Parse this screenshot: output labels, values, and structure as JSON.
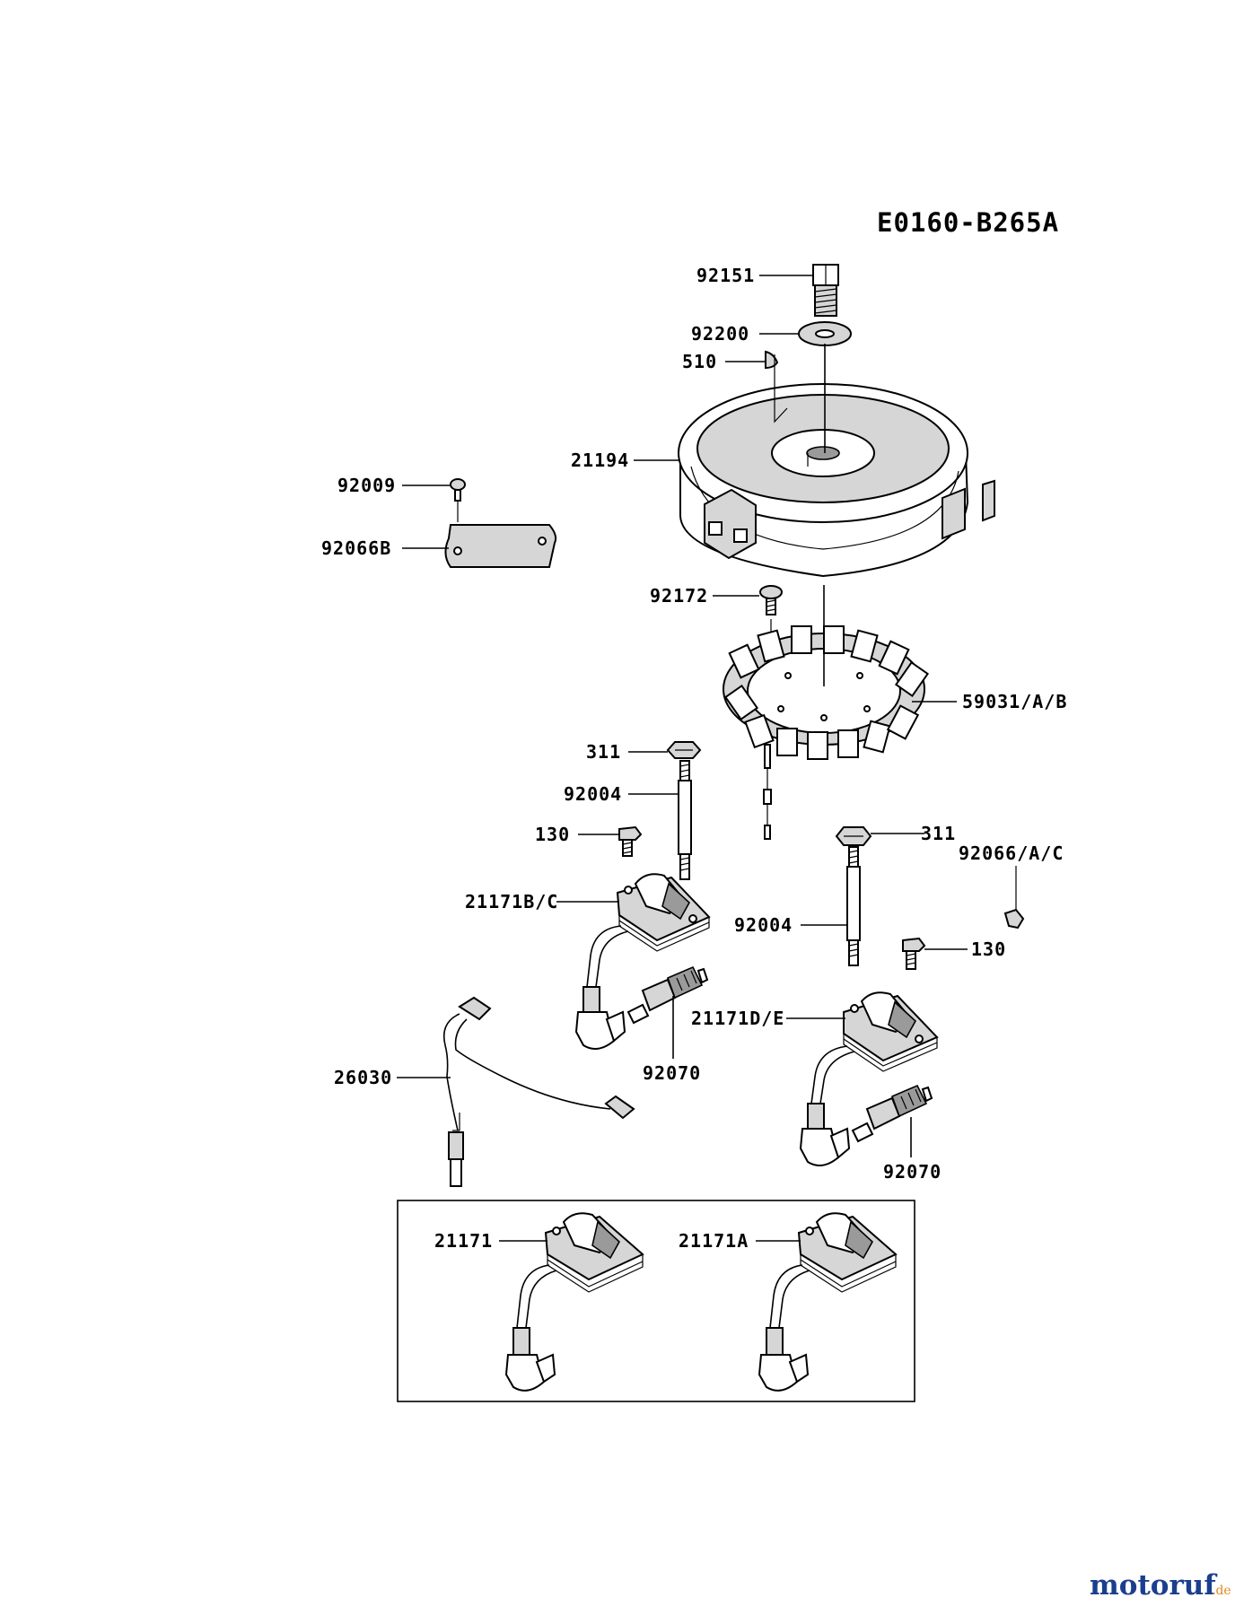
{
  "diagram_code": "E0160-B265A",
  "watermark": {
    "main": "motoruf",
    "suffix": ".de"
  },
  "colors": {
    "line": "#000000",
    "part_fill": "#d6d6d6",
    "watermark_blue": "#1b3f8f",
    "watermark_orange": "#e08a1e"
  },
  "callouts": {
    "c92151": "92151",
    "c92200": "92200",
    "c510": "510",
    "c21194": "21194",
    "c92009": "92009",
    "c92066B": "92066B",
    "c92172": "92172",
    "c59031": "59031/A/B",
    "c311_left": "311",
    "c92004_left": "92004",
    "c130_left": "130",
    "c21171BC": "21171B/C",
    "c311_right": "311",
    "c92066AC": "92066/A/C",
    "c92004_right": "92004",
    "c130_right": "130",
    "c21171DE": "21171D/E",
    "c92070_left": "92070",
    "c26030": "26030",
    "c92070_right": "92070",
    "c21171": "21171",
    "c21171A": "21171A"
  }
}
